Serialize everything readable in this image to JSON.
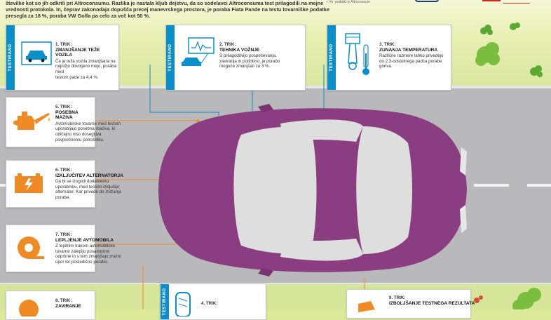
{
  "intro": [
    "številke kot so jih odkrili pri Altroconsumu. Razlika je nastala kljub dejstvu, da so sodelavci Altroconsuma test prilagodili na mejne",
    "vrednosti protokola. In, čeprav zakonodaja dopušča precej manevrskega prostora, je poraba Fiata Pande na testu tovarniške podatke",
    "presegla za 18 %, poraba VW Golfa pa celo za več kot 50 %."
  ],
  "logo_left": "• Vir: podatki iz Altroconsum",
  "tab_label": "TESTIRANO",
  "tricks": [
    {
      "num": "1. TRIK:",
      "title": "ZMANJŠANJE TEŽE VOZILA",
      "text": [
        "Če je teža vozila zmanjšana na",
        "najnižjo dovoljeno mejo, poraba med",
        "testom pade za 4,4 %."
      ]
    },
    {
      "num": "2. TRIK:",
      "title": "TEHNIKA VOŽNJE",
      "text": [
        "S prilagoditvijo pospeševanja,",
        "zaviranja in podobno, je porabo",
        "mogoče zmanjšati za 3 %."
      ]
    },
    {
      "num": "3. TRIK:",
      "title": "ZUNANJA TEMPERATURA",
      "text": [
        "Različne razmere lahko privedejo",
        "do 2,3-odstotnega padca porabe",
        "goriva."
      ]
    },
    {
      "num": "5. TRIK:",
      "title": "POSEBNA MAZIVA",
      "text": [
        "Avtomobilske tovarne med testom",
        "uporabljajo posebna maziva, ki",
        "običajno niso dosegljiva",
        "povprečnemu potrošniku."
      ]
    },
    {
      "num": "6. TRIK:",
      "title": "IZKLJUČITEV ALTERNATORJA",
      "text": [
        "Da bi se izognili dodatnemu",
        "uporabniku, med testom izključijo",
        "alternator. Kar privede do znižanja",
        "porabe."
      ]
    },
    {
      "num": "7. TRIK:",
      "title": "LEPLJENJE AVTOMOBILA",
      "text": [
        "Z lepilnim trakom avtomobilske",
        "tovarne zalepijo posamezne",
        "odprtine in s tem zmanjšajo zračni",
        "upor ter posledično porabo."
      ]
    },
    {
      "num": "8. TRIK:",
      "title": "ZAVIRANJE",
      "text": []
    },
    {
      "num": "4. TRIK:",
      "title": "",
      "text": []
    },
    {
      "num": "9. TRIK:",
      "title": "IZBOLJŠANJE TESTNEGA REZULTATA",
      "text": []
    }
  ],
  "colors": {
    "blue": "#0a8fc8",
    "orange": "#f08a24",
    "car": "#8a3d80",
    "road": "#b9b9bb"
  }
}
